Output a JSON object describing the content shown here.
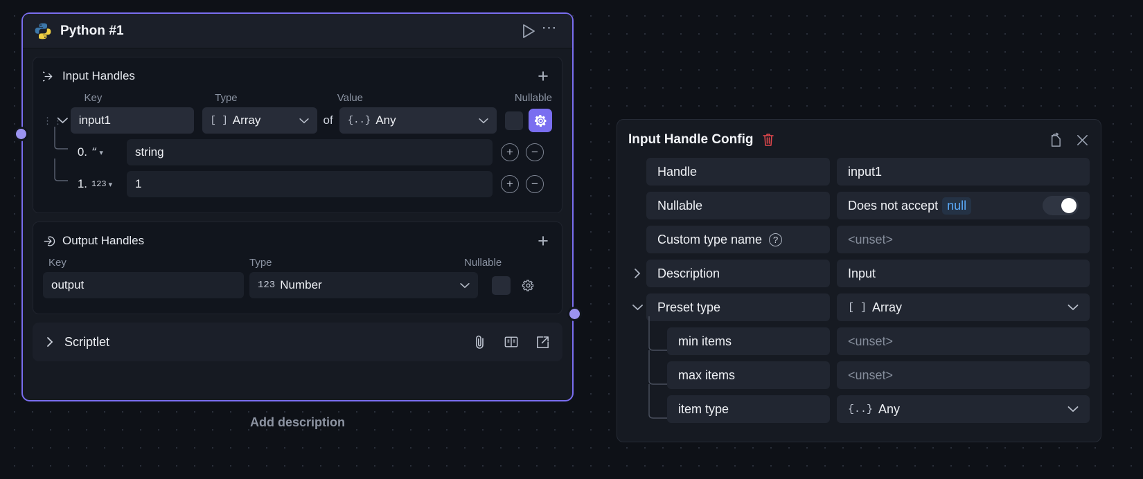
{
  "node": {
    "title": "Python #1",
    "icon": "python-icon",
    "run_icon": "play-icon",
    "menu_icon": "ellipsis-icon",
    "add_description": "Add description",
    "input_section": {
      "title": "Input Handles",
      "icon": "arrow-into-bracket-icon",
      "add_label": "+",
      "columns": [
        "Key",
        "Type",
        "Value",
        "Nullable"
      ],
      "rows": [
        {
          "key": "input1",
          "type_prefix": "[ ]",
          "type": "Array",
          "of_label": "of",
          "value_prefix": "{..}",
          "value": "Any",
          "gear": "gear-icon",
          "items": [
            {
              "index": "0.",
              "type_glyph": "“",
              "value": "string"
            },
            {
              "index": "1.",
              "type_glyph": "123",
              "value": "1"
            }
          ]
        }
      ]
    },
    "output_section": {
      "title": "Output Handles",
      "icon": "arrow-out-of-bracket-icon",
      "add_label": "+",
      "columns": [
        "Key",
        "Type",
        "Nullable"
      ],
      "rows": [
        {
          "key": "output",
          "type_prefix": "123",
          "type": "Number",
          "gear": "gear-icon"
        }
      ]
    },
    "scriptlet": {
      "title": "Scriptlet",
      "icons": [
        "paperclip-icon",
        "book-icon",
        "open-external-icon"
      ]
    }
  },
  "config": {
    "title": "Input Handle Config",
    "delete_icon": "trash-icon",
    "duplicate_icon": "duplicate-document-icon",
    "close_icon": "close-icon",
    "rows": [
      {
        "label": "Handle",
        "value": "input1"
      },
      {
        "label": "Nullable",
        "value_text": "Does not accept",
        "badge": "null",
        "toggle": "off"
      },
      {
        "label": "Custom type name",
        "help": "?",
        "value": "<unset>"
      },
      {
        "label": "Description",
        "value": "Input",
        "expander": "chevron-right-icon"
      },
      {
        "label": "Preset type",
        "value_prefix": "[ ]",
        "value": "Array",
        "expander": "chevron-down-icon"
      },
      {
        "label": "min items",
        "value": "<unset>",
        "child": true
      },
      {
        "label": "max items",
        "value": "<unset>",
        "child": true
      },
      {
        "label": "item type",
        "value_prefix": "{..}",
        "value": "Any",
        "child": true
      }
    ]
  },
  "colors": {
    "accent": "#7a6ef0",
    "handle": "#9b93f0",
    "danger": "#e5484d",
    "null_badge_text": "#5aa9f8",
    "panel_bg": "#161a22",
    "canvas_bg": "#0e1117"
  }
}
